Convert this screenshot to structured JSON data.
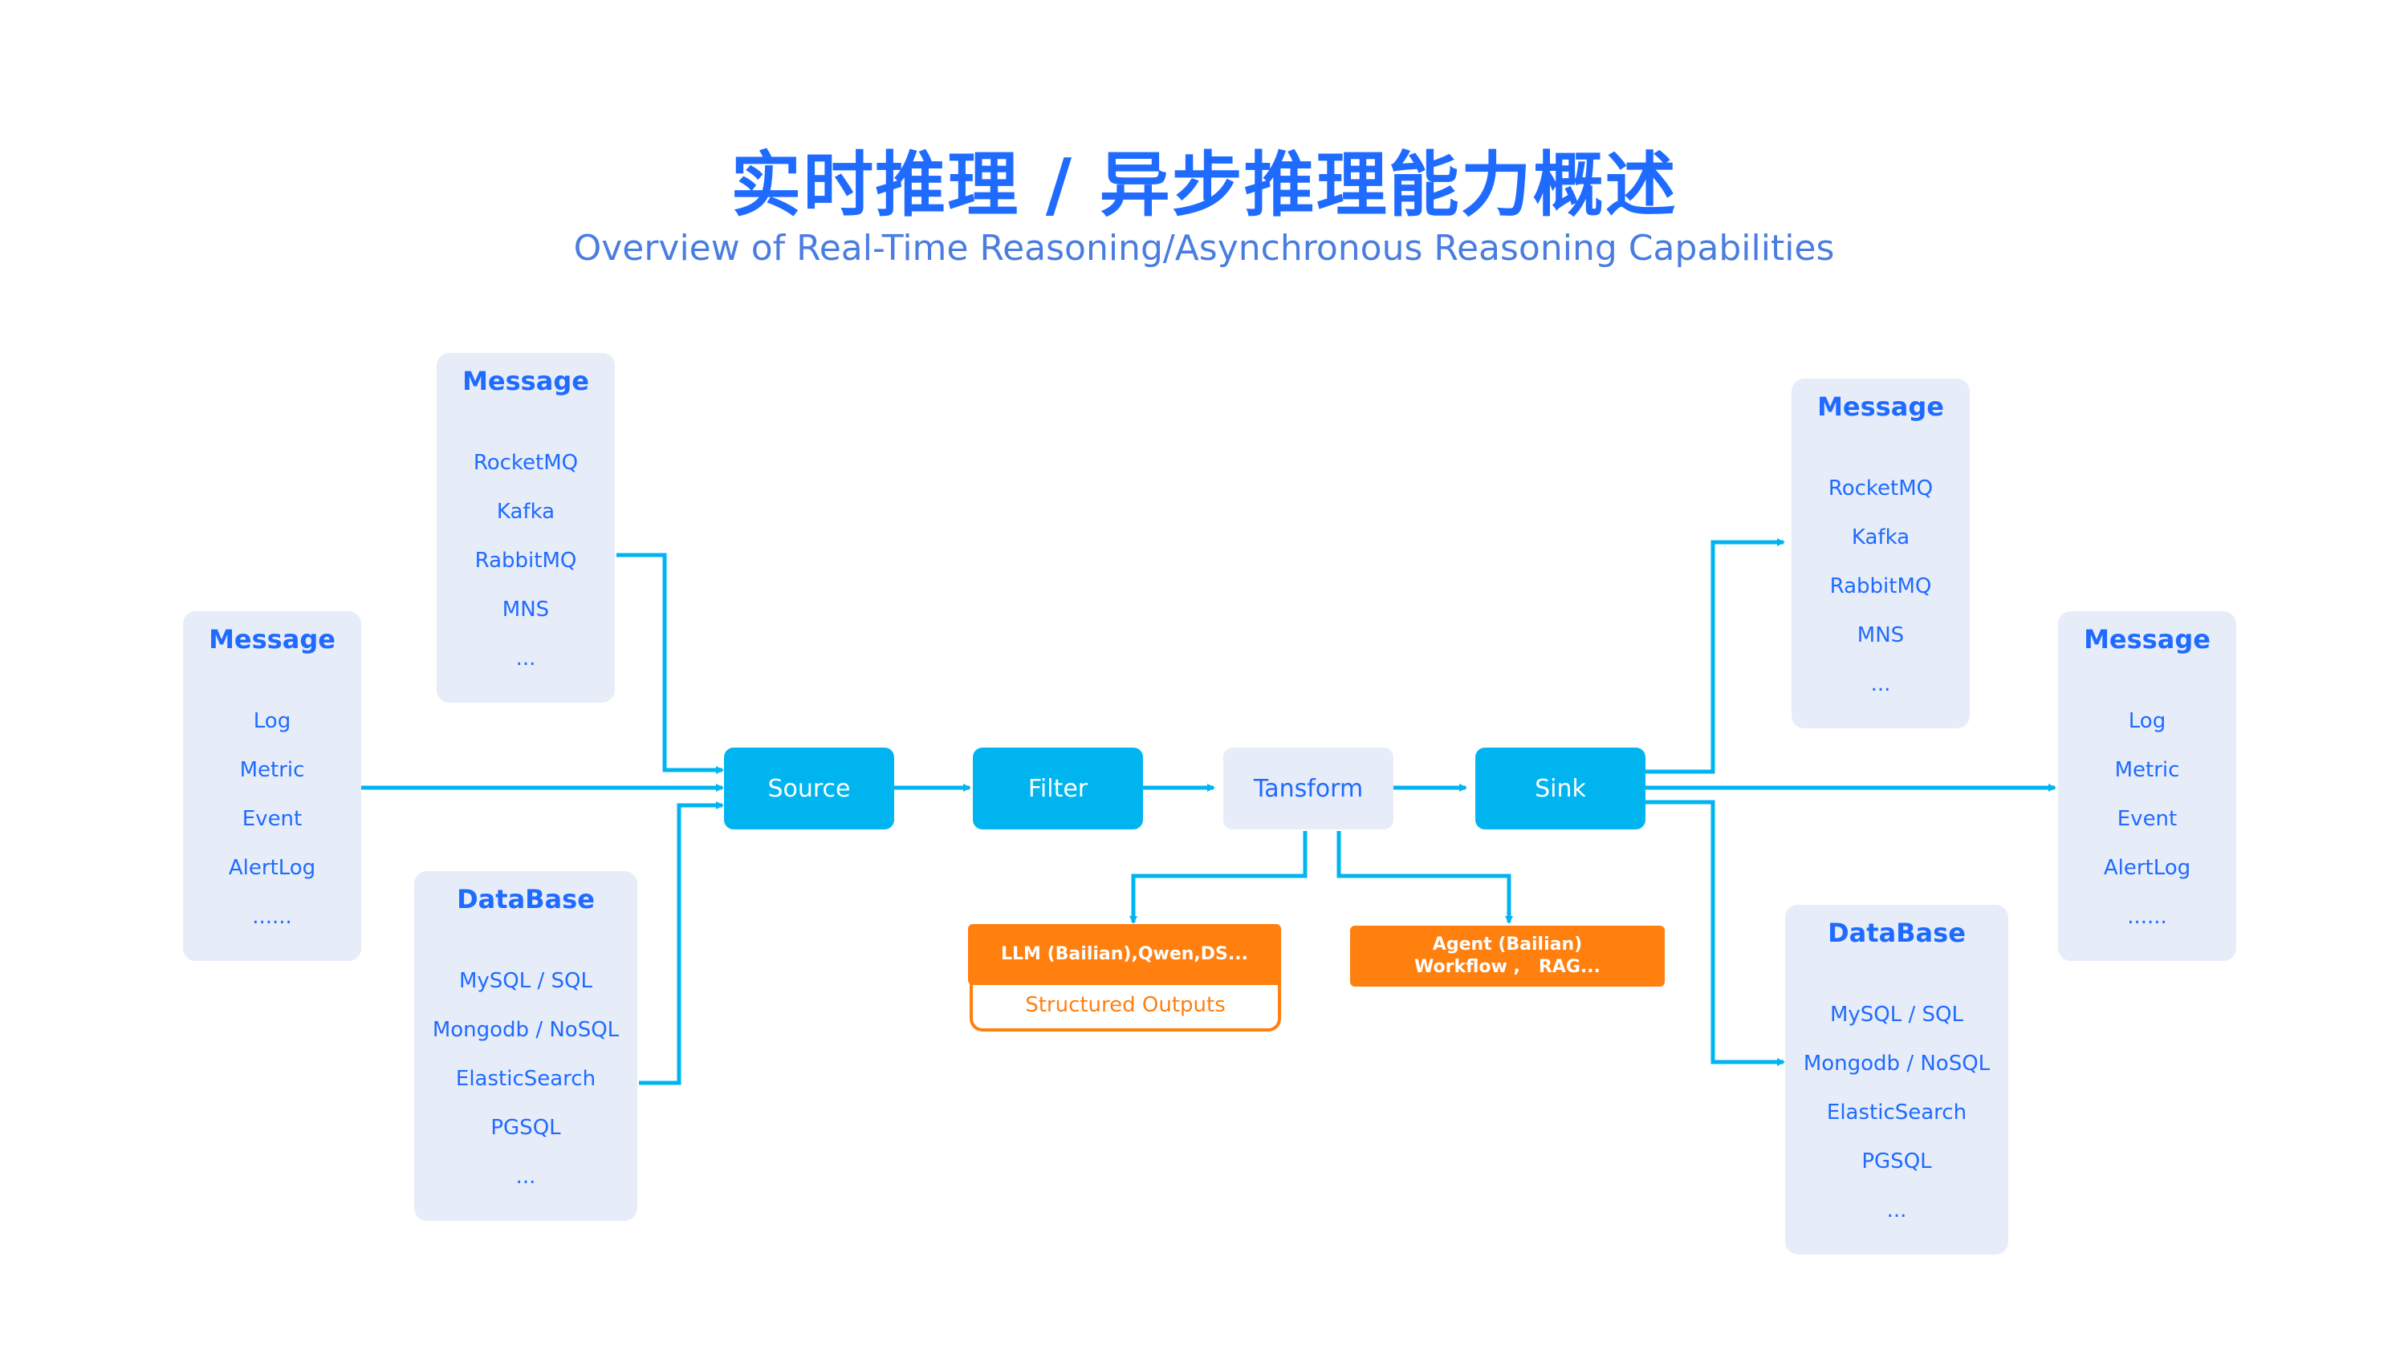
{
  "title": "实时推理 / 异步推理能力概述",
  "subtitle": "Overview of Real-Time Reasoning/Asynchronous Reasoning Capabilities",
  "colors": {
    "accent": "#1f6bff",
    "stage_blue": "#00b4f0",
    "card_bg": "#e7ecf9",
    "connector": "#00b4f0",
    "model_orange": "#ff7f0f"
  },
  "inputs": {
    "message_top": {
      "title": "Message",
      "items": [
        "RocketMQ",
        "Kafka",
        "RabbitMQ",
        "MNS",
        "..."
      ]
    },
    "message_left": {
      "title": "Message",
      "items": [
        "Log",
        "Metric",
        "Event",
        "AlertLog",
        "......"
      ]
    },
    "database": {
      "title": "DataBase",
      "items": [
        "MySQL / SQL",
        "Mongodb / NoSQL",
        "ElasticSearch",
        "PGSQL",
        "..."
      ]
    }
  },
  "pipeline": {
    "source": "Source",
    "filter": "Filter",
    "transform": "Tansform",
    "sink": "Sink"
  },
  "models": {
    "llm": "LLM (Bailian),Qwen,DS...",
    "structured": "Structured Outputs",
    "agent_line1": "Agent (Bailian)",
    "agent_line2": "Workflow ,   RAG..."
  },
  "outputs": {
    "message_top": {
      "title": "Message",
      "items": [
        "RocketMQ",
        "Kafka",
        "RabbitMQ",
        "MNS",
        "..."
      ]
    },
    "message_right": {
      "title": "Message",
      "items": [
        "Log",
        "Metric",
        "Event",
        "AlertLog",
        "......"
      ]
    },
    "database": {
      "title": "DataBase",
      "items": [
        "MySQL / SQL",
        "Mongodb / NoSQL",
        "ElasticSearch",
        "PGSQL",
        "..."
      ]
    }
  }
}
